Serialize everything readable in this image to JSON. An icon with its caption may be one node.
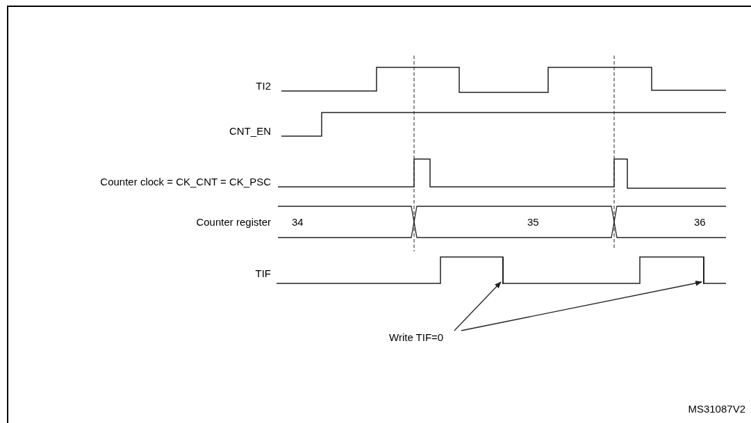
{
  "diagram": {
    "nodes": [
      {
        "text": [
          "Write TIF=0"
        ]
      },
      {
        "text": [],
        "shape": "line"
      },
      {
        "text": [],
        "shape": "line"
      }
    ],
    "edges": [
      {
        "from": 0,
        "to": 1,
        "arrow": "to"
      },
      {
        "from": 0,
        "to": 2,
        "arrow": "to"
      }
    ],
    "labels": [
      "TI2",
      "CNT_EN",
      "Counter clock = CK_CNT = CK_PSC",
      "Counter register",
      "34",
      "35",
      "36",
      "TIF",
      "MS31087V2"
    ]
  }
}
